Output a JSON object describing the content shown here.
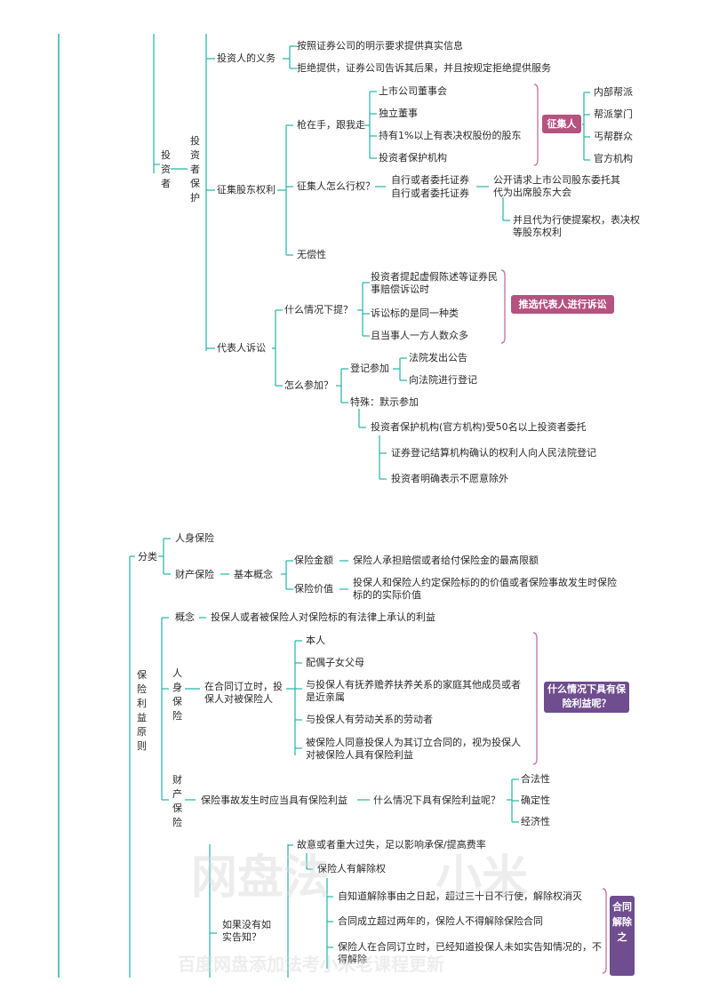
{
  "colors": {
    "line": "#22b5a6",
    "bracket": "#c67aa2",
    "tag_pink": "#b5527f",
    "tag_purple": "#6f4d8f"
  },
  "sec1": {
    "investor": "投资者",
    "protection": "投资者保护",
    "duty": {
      "label": "投资人的义务",
      "items": [
        "按照证券公司的明示要求提供真实信息",
        "拒绝提供，证券公司告诉其后果，并且按规定拒绝提供服务"
      ]
    },
    "solicit": {
      "label": "征集股东权利",
      "who": {
        "label": "枪在手，跟我走",
        "items": [
          "上市公司董事会",
          "独立董事",
          "持有1%以上有表决权股份的股东",
          "投资者保护机构"
        ],
        "tag": "征集人",
        "factions": [
          "内部帮派",
          "帮派掌门",
          "丐帮群众",
          "官方机构"
        ]
      },
      "how": {
        "label": "征集人怎么行权？",
        "entrust": "自行或者委托证券",
        "entrust2": "自行或者委托证券",
        "public": "公开请求上市公司股东委托其代为出席股东大会",
        "vote": "并且代为行使提案权，表决权等股东权利"
      },
      "free": "无偿性"
    },
    "lawsuit": {
      "label": "代表人诉讼",
      "when": {
        "label": "什么情况下提？",
        "items": [
          "投资者提起虚假陈述等证券民事赔偿诉讼时",
          "诉讼标的是同一种类",
          "且当事人一方人数众多"
        ],
        "tag": "推选代表人进行诉讼"
      },
      "join": {
        "label": "怎么参加？",
        "register": "登记参加",
        "reg_items": [
          "法院发出公告",
          "向法院进行登记"
        ],
        "special": "特殊：默示参加",
        "agency": "投资者保护机构(官方机构)受50名以上投资者委托",
        "agency_items": [
          "证券登记结算机构确认的权利人向人民法院登记",
          "投资者明确表示不愿意除外"
        ]
      }
    }
  },
  "sec2": {
    "principle": "保险利益原则",
    "classify": {
      "label": "分类",
      "life": "人身保险",
      "property": "财产保险",
      "basic": "基本概念",
      "amount_label": "保险金额",
      "amount": "保险人承担赔偿或者给付保险金的最高限额",
      "value_label": "保险价值",
      "value": "投保人和保险人约定保险标的的价值或者保险事故发生时保险标的的实际价值"
    },
    "concept": {
      "label": "概念",
      "text": "投保人或者被保险人对保险标的有法律上承认的利益"
    },
    "life_ins": {
      "label": "人身保险",
      "when": "在合同订立时，投保人对被保险人",
      "items": [
        "本人",
        "配偶子女父母",
        "与投保人有抚养赡养扶养关系的家庭其他成员或者是近亲属",
        "与投保人有劳动关系的劳动者",
        "被保险人同意投保人为其订立合同的，视为投保人对被保险人具有保险利益"
      ],
      "tag": "什么情况下具有保险利益呢？"
    },
    "prop_ins": {
      "label": "财产保险",
      "when": "保险事故发生时应当具有保险利益",
      "q": "什么情况下具有保险利益呢？",
      "items": [
        "合法性",
        "确定性",
        "经济性"
      ]
    },
    "nodisclose": {
      "label": "如果没有如实告知？",
      "fault": "故意或者重大过失，足以影响承保/提高费率",
      "rescind": "保险人有解除权",
      "rules": [
        "自知道解除事由之日起，超过三十日不行使，解除权消灭",
        "合同成立超过两年的，保险人不得解除保险合同",
        "保险人在合同订立时，已经知道投保人未如实告知情况的，不得解除"
      ],
      "tag": "合同解除之"
    },
    "watermark1": "网盘法",
    "watermark1b": "小米",
    "watermark2": "百度网盘添加法考小米老课程更新"
  }
}
